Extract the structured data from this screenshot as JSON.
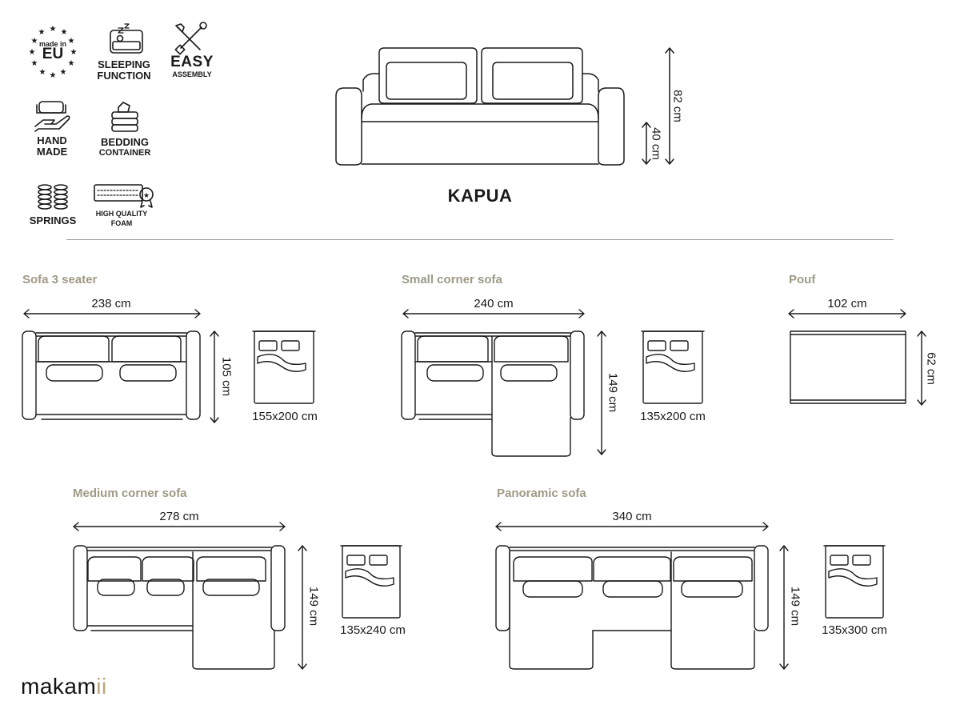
{
  "features": {
    "eu": {
      "line1": "made in",
      "line2": "EU"
    },
    "sleeping": {
      "line1": "SLEEPING",
      "line2": "FUNCTION"
    },
    "easy": {
      "line1": "EASY",
      "line2": "ASSEMBLY"
    },
    "handmade": {
      "line1": "HAND",
      "line2": "MADE"
    },
    "bedding": {
      "line1": "BEDDING",
      "line2": "CONTAINER"
    },
    "springs": {
      "line1": "SPRINGS"
    },
    "foam": {
      "line1": "HIGH QUALITY",
      "line2": "FOAM"
    }
  },
  "product": {
    "name": "KAPUA",
    "height_total": "82 cm",
    "seat_height": "40 cm"
  },
  "variants": {
    "sofa3": {
      "title": "Sofa 3 seater",
      "width": "238 cm",
      "depth": "105 cm",
      "bed": "155x200 cm"
    },
    "small_corner": {
      "title": "Small corner sofa",
      "width": "240 cm",
      "depth": "149 cm",
      "bed": "135x200 cm"
    },
    "pouf": {
      "title": "Pouf",
      "width": "102 cm",
      "depth": "62 cm"
    },
    "medium_corner": {
      "title": "Medium corner sofa",
      "width": "278 cm",
      "depth": "149 cm",
      "bed": "135x240 cm"
    },
    "panoramic": {
      "title": "Panoramic sofa",
      "width": "340 cm",
      "depth": "149 cm",
      "bed": "135x300 cm"
    }
  },
  "brand": {
    "name_main": "makam",
    "name_accent": "ii"
  },
  "colors": {
    "line": "#1a1a1a",
    "section_title": "#9e9a86",
    "divider": "#9a9a9a",
    "brand_accent": "#b7a57a"
  }
}
